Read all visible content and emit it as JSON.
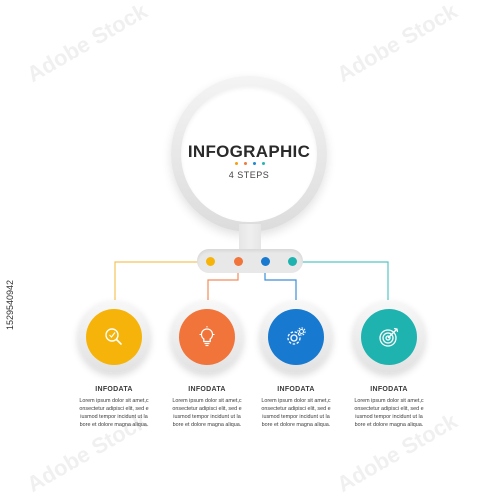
{
  "hub": {
    "title": "INFOGRAPHIC",
    "subtitle": "4 STEPS",
    "dot_colors": [
      "#f2a20f",
      "#ee7a3d",
      "#1e88d4",
      "#26b6b0"
    ]
  },
  "colors": {
    "yellow": "#f6b40a",
    "orange": "#f1743a",
    "blue": "#1879d1",
    "teal": "#1fb3b0",
    "line_yellow": "#f5c35a",
    "line_orange": "#f28c5a",
    "line_blue": "#3d8fd9",
    "line_teal": "#55c6c6"
  },
  "steps": [
    {
      "title": "INFODATA",
      "icon": "magnifier-check-icon",
      "color": "#f6b40a",
      "lines": [
        "Lorem ipsum dolor sit amet,c",
        "onsectetur adipisci elit, sed e",
        "iusmod tempor incidunt ut la",
        "bore et dolore magna aliqua."
      ]
    },
    {
      "title": "INFODATA",
      "icon": "lightbulb-icon",
      "color": "#f1743a",
      "lines": [
        "Lorem ipsum dolor sit amet,c",
        "onsectetur adipisci elit, sed e",
        "iusmod tempor incidunt ut la",
        "bore et dolore magna aliqua."
      ]
    },
    {
      "title": "INFODATA",
      "icon": "gear-icon",
      "color": "#1879d1",
      "lines": [
        "Lorem ipsum dolor sit amet,c",
        "onsectetur adipisci elit, sed e",
        "iusmod tempor incidunt ut la",
        "bore et dolore magna aliqua."
      ]
    },
    {
      "title": "INFODATA",
      "icon": "target-icon",
      "color": "#1fb3b0",
      "lines": [
        "Lorem ipsum dolor sit amet,c",
        "onsectetur adipisci elit, sed e",
        "iusmod tempor incidunt ut la",
        "bore et dolore magna aliqua."
      ]
    }
  ],
  "side_id": "1529540942",
  "watermark": "Adobe Stock"
}
